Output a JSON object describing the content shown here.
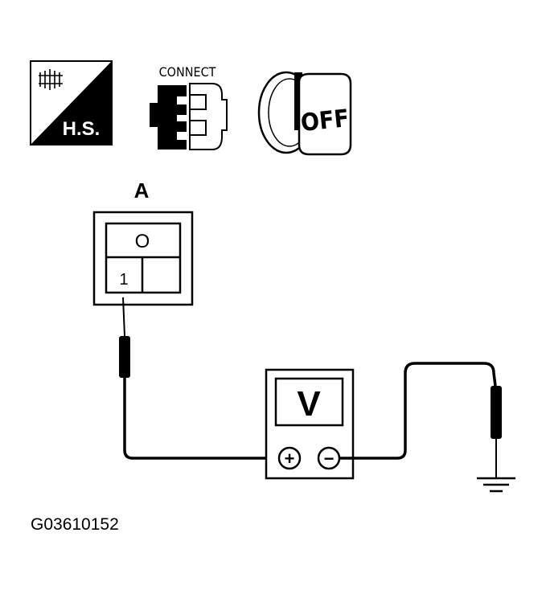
{
  "icons": {
    "hand_sensor": {
      "label": "H.S."
    },
    "connector": {
      "label": "CONNECT"
    },
    "ignition": {
      "label": "OFF"
    }
  },
  "connector_a": {
    "label": "A",
    "top_cell_symbol": "O",
    "pin_label": "1"
  },
  "meter": {
    "display": "V",
    "plus": "+",
    "minus": "−"
  },
  "figure_id": "G03610152"
}
